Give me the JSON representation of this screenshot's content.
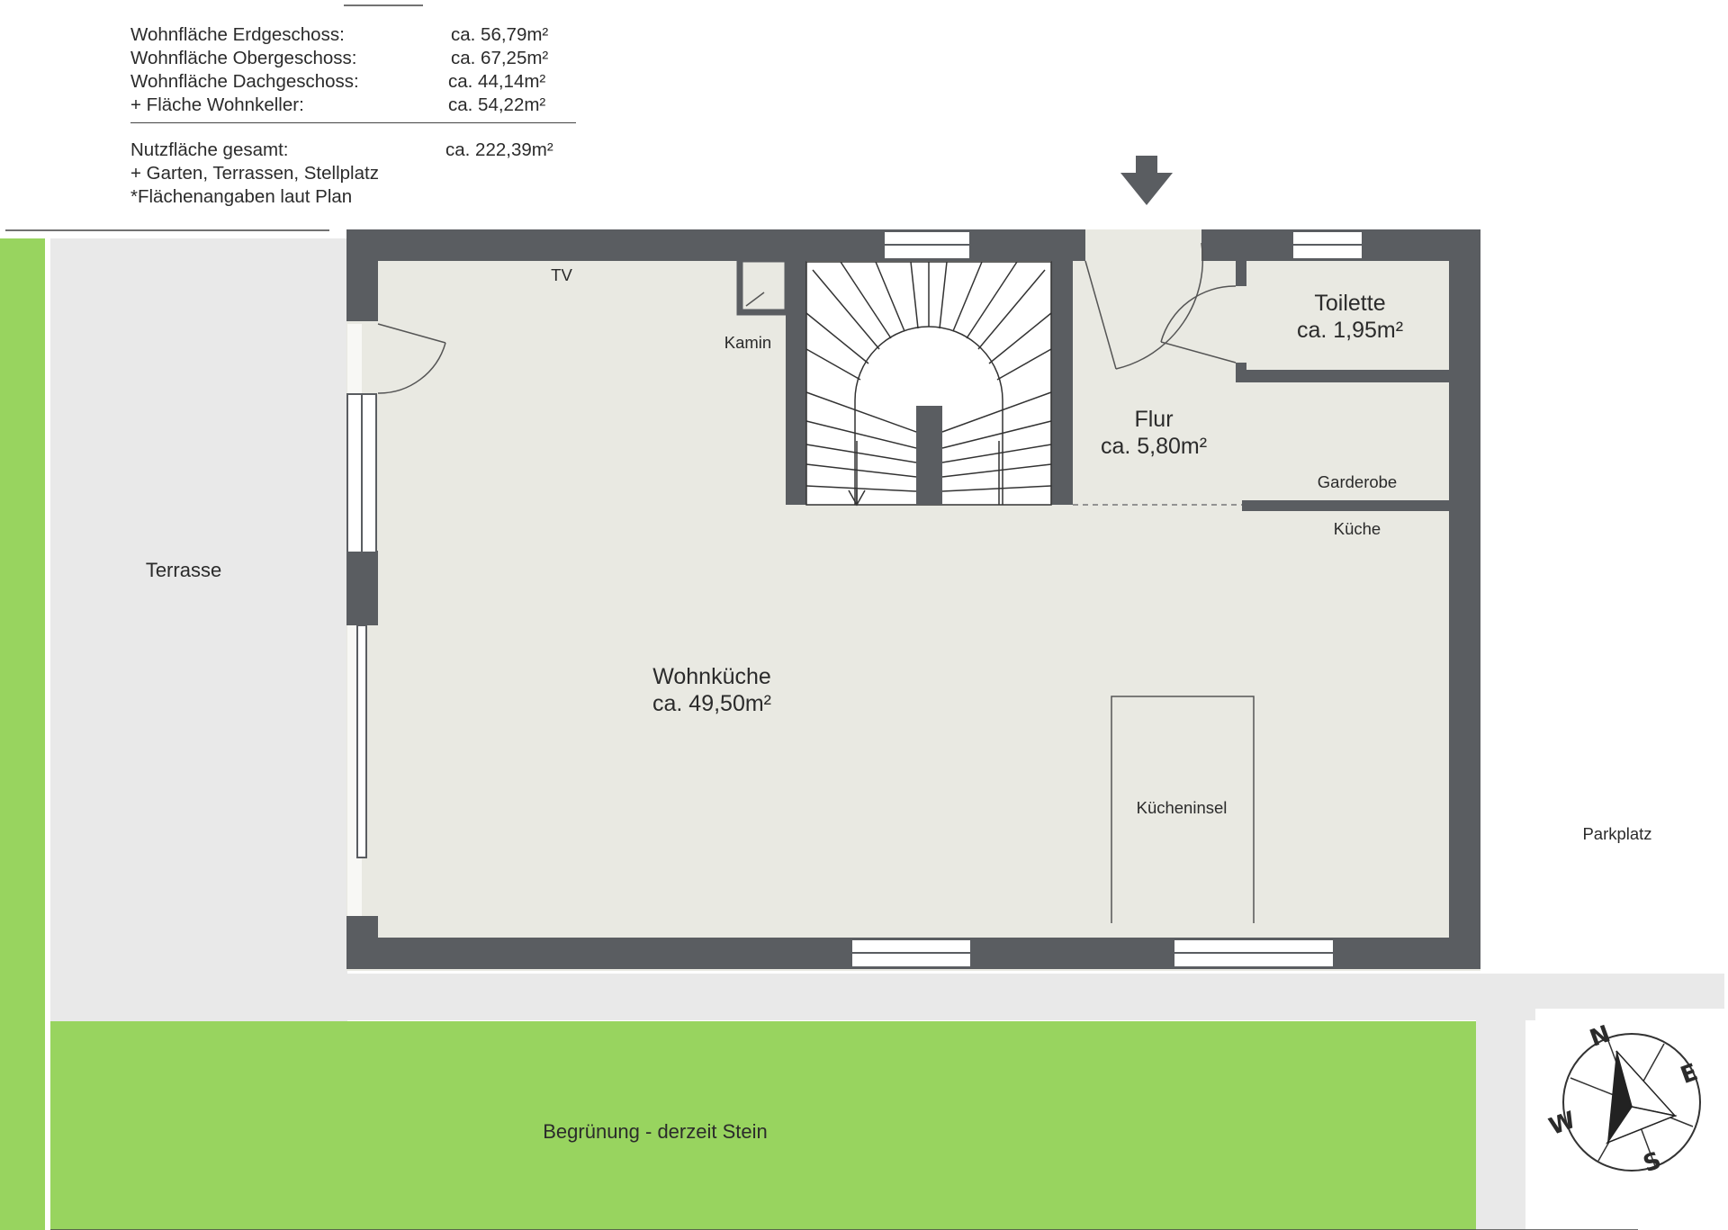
{
  "areas": {
    "rows": [
      {
        "label": "Wohnfläche Erdgeschoss:",
        "value": "ca. 56,79m²"
      },
      {
        "label": "Wohnfläche Obergeschoss:",
        "value": "ca. 67,25m²"
      },
      {
        "label": "Wohnfläche Dachgeschoss:",
        "value": "ca. 44,14m²"
      },
      {
        "label": "+ Fläche Wohnkeller:",
        "value": "ca. 54,22m²"
      }
    ],
    "total": {
      "label": "Nutzfläche gesamt:",
      "value": "ca. 222,39m²"
    },
    "notes": [
      "+ Garten, Terrassen, Stellplatz",
      "*Flächenangaben laut Plan"
    ]
  },
  "rooms": {
    "wohnkueche": {
      "name": "Wohnküche",
      "area": "ca. 49,50m²"
    },
    "flur": {
      "name": "Flur",
      "area": "ca. 5,80m²"
    },
    "toilette": {
      "name": "Toilette",
      "area": "ca. 1,95m²"
    }
  },
  "labels": {
    "tv": "TV",
    "kamin": "Kamin",
    "garderobe": "Garderobe",
    "kueche": "Küche",
    "kuecheninsel": "Kücheninsel",
    "terrasse": "Terrasse",
    "parkplatz": "Parkplatz",
    "begruenung": "Begrünung - derzeit Stein"
  },
  "compass": {
    "n": "N",
    "e": "E",
    "s": "S",
    "w": "W"
  },
  "colors": {
    "wall": "#5a5d61",
    "floor": "#e9e9e2",
    "terrace": "#e9e9e9",
    "green": "#98d45f",
    "line": "#555555"
  }
}
